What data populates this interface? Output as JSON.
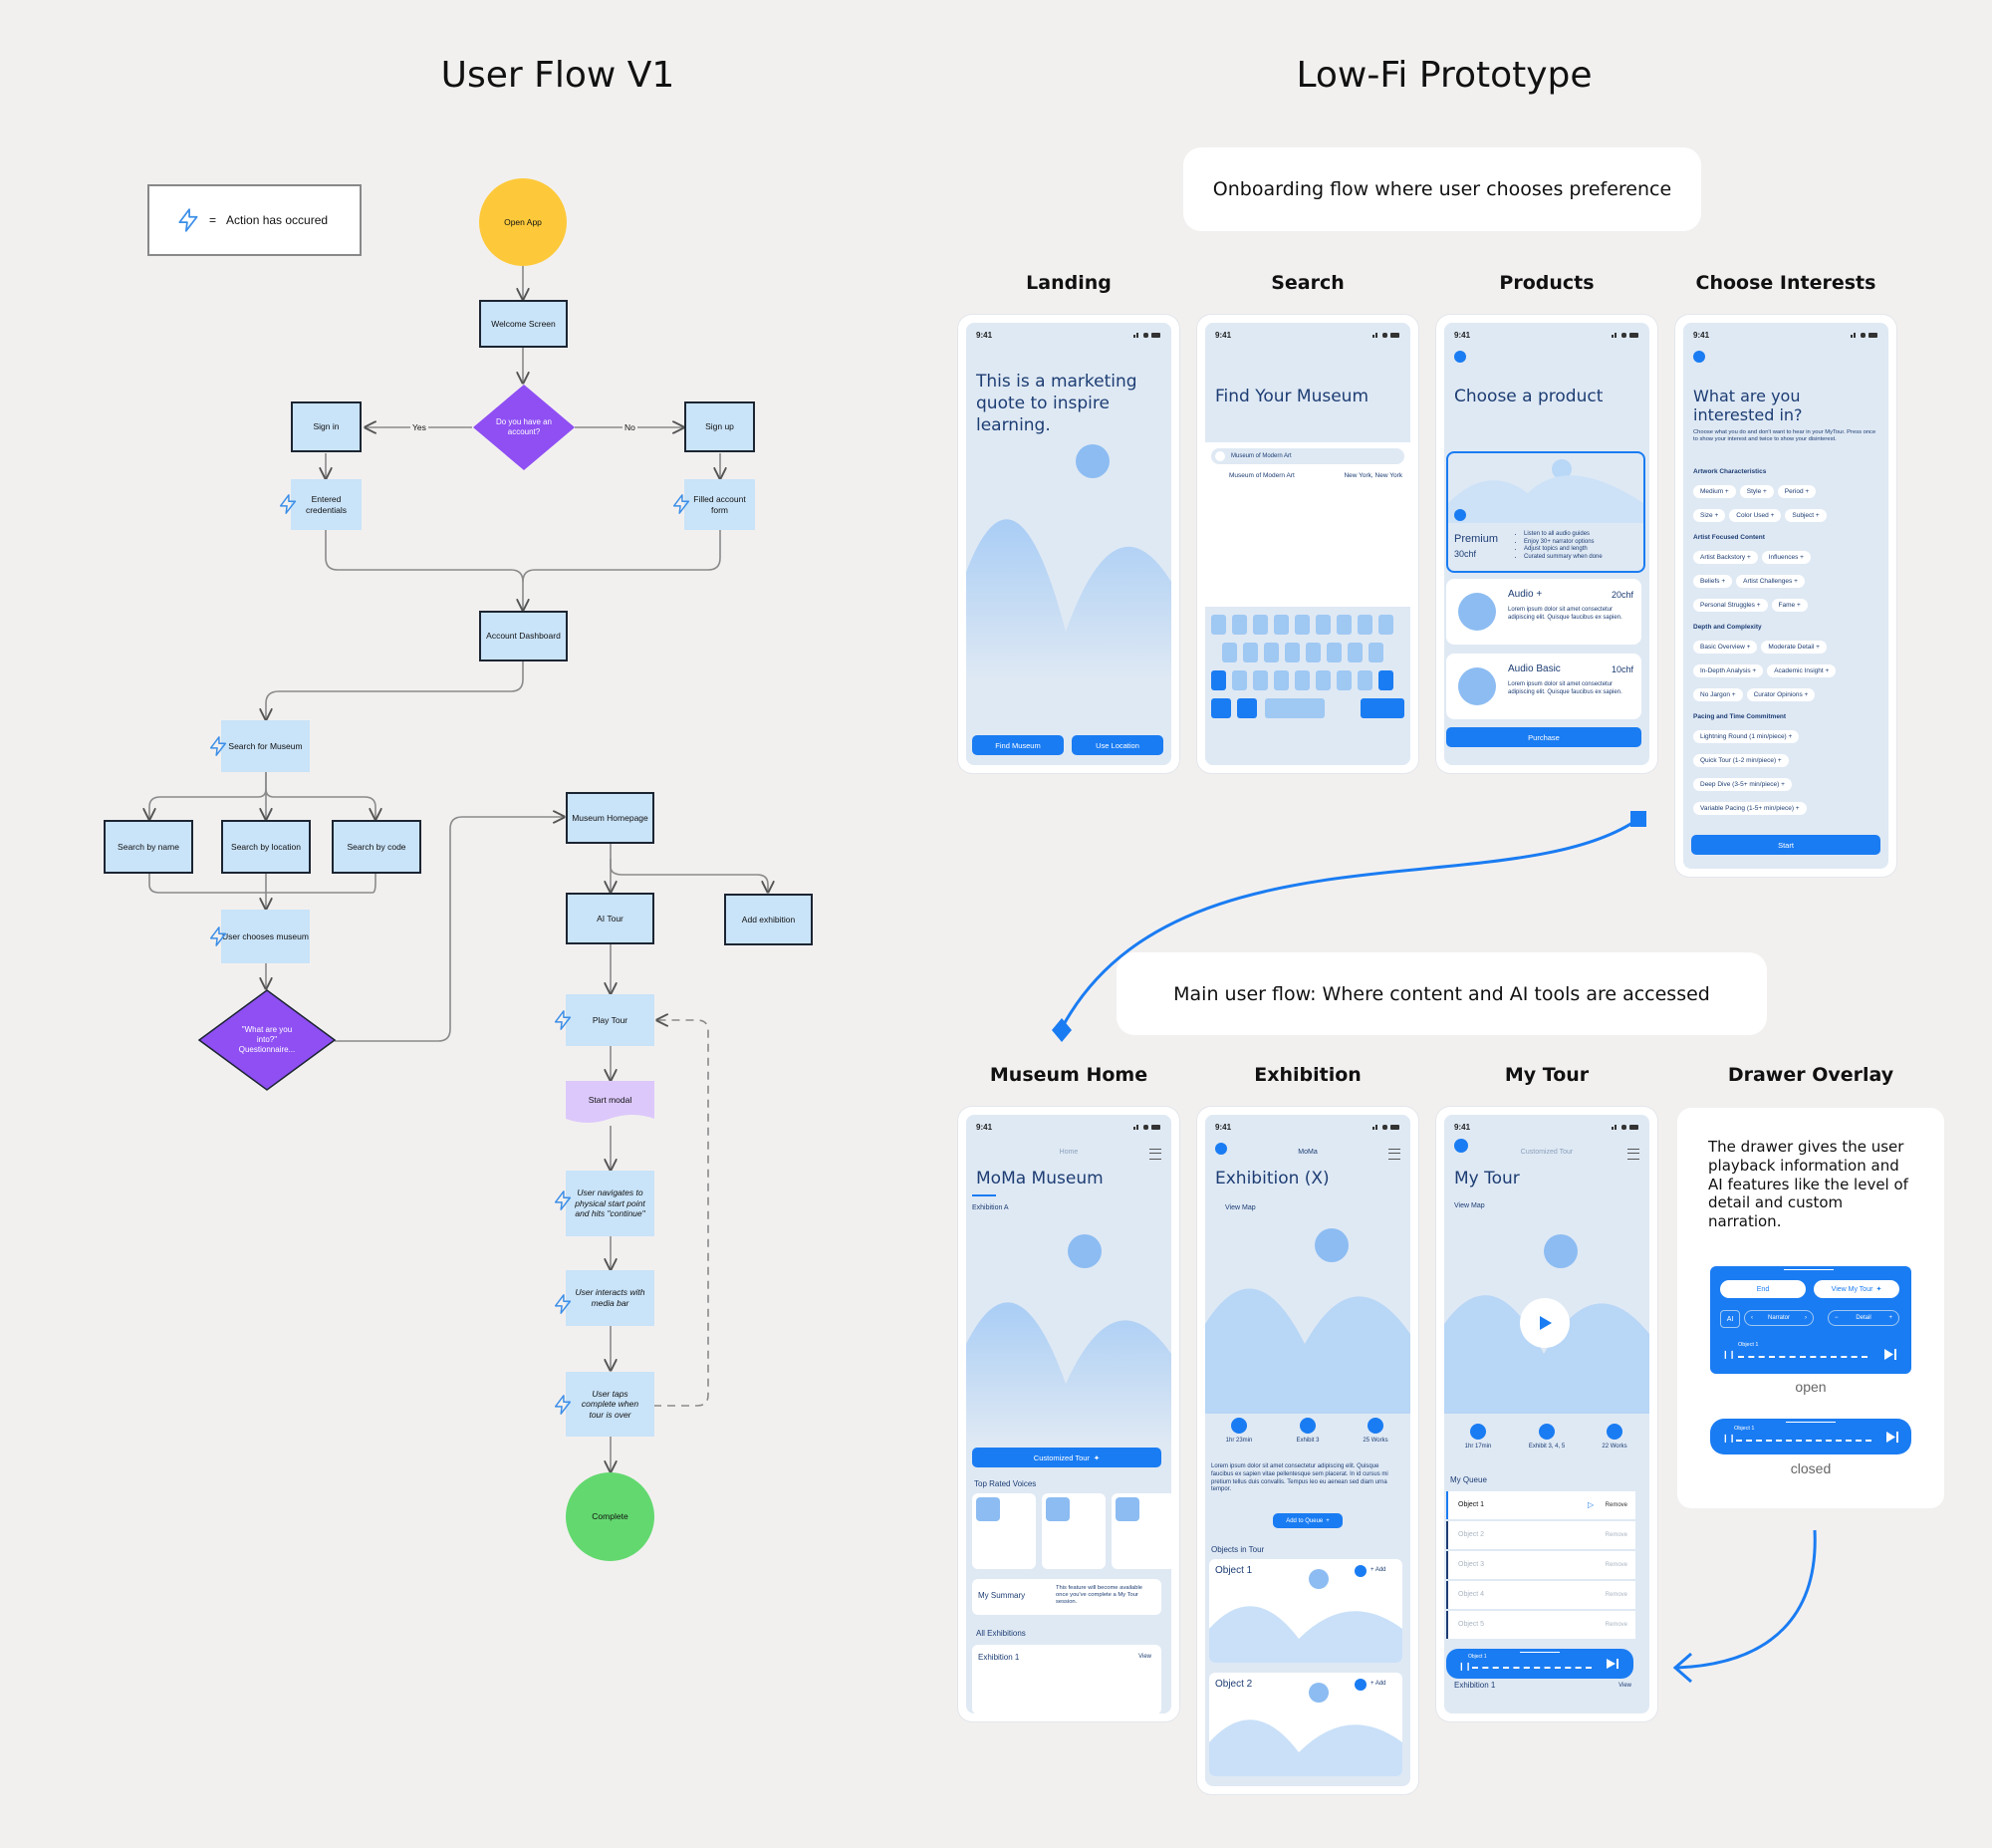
{
  "titles": {
    "left": "User Flow V1",
    "right": "Low-Fi Prototype"
  },
  "legend": {
    "equals": "=",
    "text": "Action has occured"
  },
  "flow": {
    "open_app": "Open App",
    "welcome": "Welcome Screen",
    "have_account": "Do you have an account?",
    "yes": "Yes",
    "no": "No",
    "sign_in": "Sign in",
    "sign_up": "Sign up",
    "entered_credentials": "Entered credentials",
    "filled_form": "Filled account form",
    "account_dashboard": "Account Dashboard",
    "search_museum": "Search for Museum",
    "search_name": "Search by name",
    "search_location": "Search by location",
    "search_code": "Search by code",
    "chooses_museum": "User chooses museum",
    "questionnaire": "\"What are you into?\" Questionnaire...",
    "museum_homepage": "Museum Homepage",
    "ai_tour": "AI Tour",
    "add_exhibition": "Add exhibition",
    "play_tour": "Play Tour",
    "start_modal": "Start modal",
    "navigates": "User navigates to physical start point and hits \"continue\"",
    "interacts": "User interacts with media bar",
    "taps_complete": "User taps complete when tour is over",
    "complete": "Complete"
  },
  "captions": {
    "onboarding": "Onboarding flow where user chooses preference",
    "main": "Main user flow: Where content and AI tools are accessed",
    "drawer_desc": "The drawer gives the user playback information and AI features like the level of detail and custom narration."
  },
  "screen_labels": [
    "Landing",
    "Search",
    "Products",
    "Choose Interests",
    "Museum Home",
    "Exhibition",
    "My Tour",
    "Drawer Overlay"
  ],
  "time": "9:41",
  "landing": {
    "quote": "This is a marketing quote to inspire learning.",
    "btn1": "Find Museum",
    "btn2": "Use Location"
  },
  "search": {
    "title": "Find Your Museum",
    "query": "Museum of Modern Art",
    "result": "Museum of Modern Art",
    "result_loc": "New York, New York"
  },
  "products": {
    "title": "Choose a product",
    "premium": "Premium",
    "premium_price": "30chf",
    "premium_features": [
      "Listen to all audio guides",
      "Enjoy 30+ narrator options",
      "Adjust topics and length",
      "Curated summary when done"
    ],
    "audio_plus": "Audio +",
    "audio_plus_price": "20chf",
    "audio_basic": "Audio Basic",
    "audio_basic_price": "10chf",
    "lorem": "Lorem ipsum dolor sit amet consectetur adipiscing elit. Quisque faucibus ex sapien.",
    "purchase": "Purchase"
  },
  "interests": {
    "title": "What are you interested in?",
    "desc": "Choose what you do and don't want to hear in your MyTour. Press once to show your interest and twice to show your disinterest.",
    "sections": [
      {
        "name": "Artwork Characteristics",
        "rows": [
          [
            "Medium +",
            "Style +",
            "Period +"
          ],
          [
            "Size +",
            "Color Used +",
            "Subject +"
          ]
        ]
      },
      {
        "name": "Artist Focused Content",
        "rows": [
          [
            "Artist Backstory +",
            "Influences +"
          ],
          [
            "Beliefs +",
            "Artist Challenges +"
          ],
          [
            "Personal Struggles +",
            "Fame +"
          ]
        ]
      },
      {
        "name": "Depth and Complexity",
        "rows": [
          [
            "Basic Overview +",
            "Moderate Detail +"
          ],
          [
            "In-Depth Analysis +",
            "Academic Insight +"
          ],
          [
            "No Jargon +",
            "Curator Opinions +"
          ]
        ]
      },
      {
        "name": "Pacing and Time Commitment",
        "rows": [
          [
            "Lightning Round (1 min/piece) +"
          ],
          [
            "Quick Tour (1-2 min/piece) +"
          ],
          [
            "Deep Dive (3-5+ min/piece) +"
          ],
          [
            "Variable Pacing (1-5+ min/piece) +"
          ]
        ]
      }
    ],
    "start": "Start"
  },
  "museum_home": {
    "nav": "Home",
    "title": "MoMa Museum",
    "tab": "Exhibition A",
    "customized": "Customized Tour",
    "voices": "Top Rated Voices",
    "summary": "My Summary",
    "summary_note": "This feature will become available once you've complete a My Tour session.",
    "all": "All Exhibitions",
    "ex1": "Exhibition 1",
    "view": "View"
  },
  "exhibition": {
    "nav": "MoMa",
    "title": "Exhibition (X)",
    "map": "View Map",
    "stats": [
      "1hr 23min",
      "Exhibit 3",
      "25 Works"
    ],
    "lorem": "Lorem ipsum dolor sit amet consectetur adipiscing elit. Quisque faucibus ex sapien vitae pellentesque sem placerat. In id cursus mi pretium tellus duis convallis. Tempus leo eu aenean sed diam urna tempor.",
    "add_queue": "Add to Queue",
    "objects": "Objects in Tour",
    "obj1": "Object 1",
    "obj2": "Object 2",
    "add": "+ Add"
  },
  "my_tour": {
    "nav": "Customized Tour",
    "title": "My Tour",
    "map": "View Map",
    "stats": [
      "1hr 17min",
      "Exhibit 3, 4, 5",
      "22 Works"
    ],
    "queue": "My Queue",
    "items": [
      "Object 1",
      "Object 2",
      "Object 3",
      "Object 4",
      "Object 5"
    ],
    "remove": "Remove",
    "bar_obj": "Object 1",
    "ex1": "Exhibition 1",
    "view": "View"
  },
  "drawer": {
    "end": "End",
    "view_tour": "View My Tour",
    "ai": "AI",
    "narrator": "Narrator",
    "detail": "Detail",
    "obj": "Object 1",
    "open": "open",
    "closed": "closed"
  }
}
